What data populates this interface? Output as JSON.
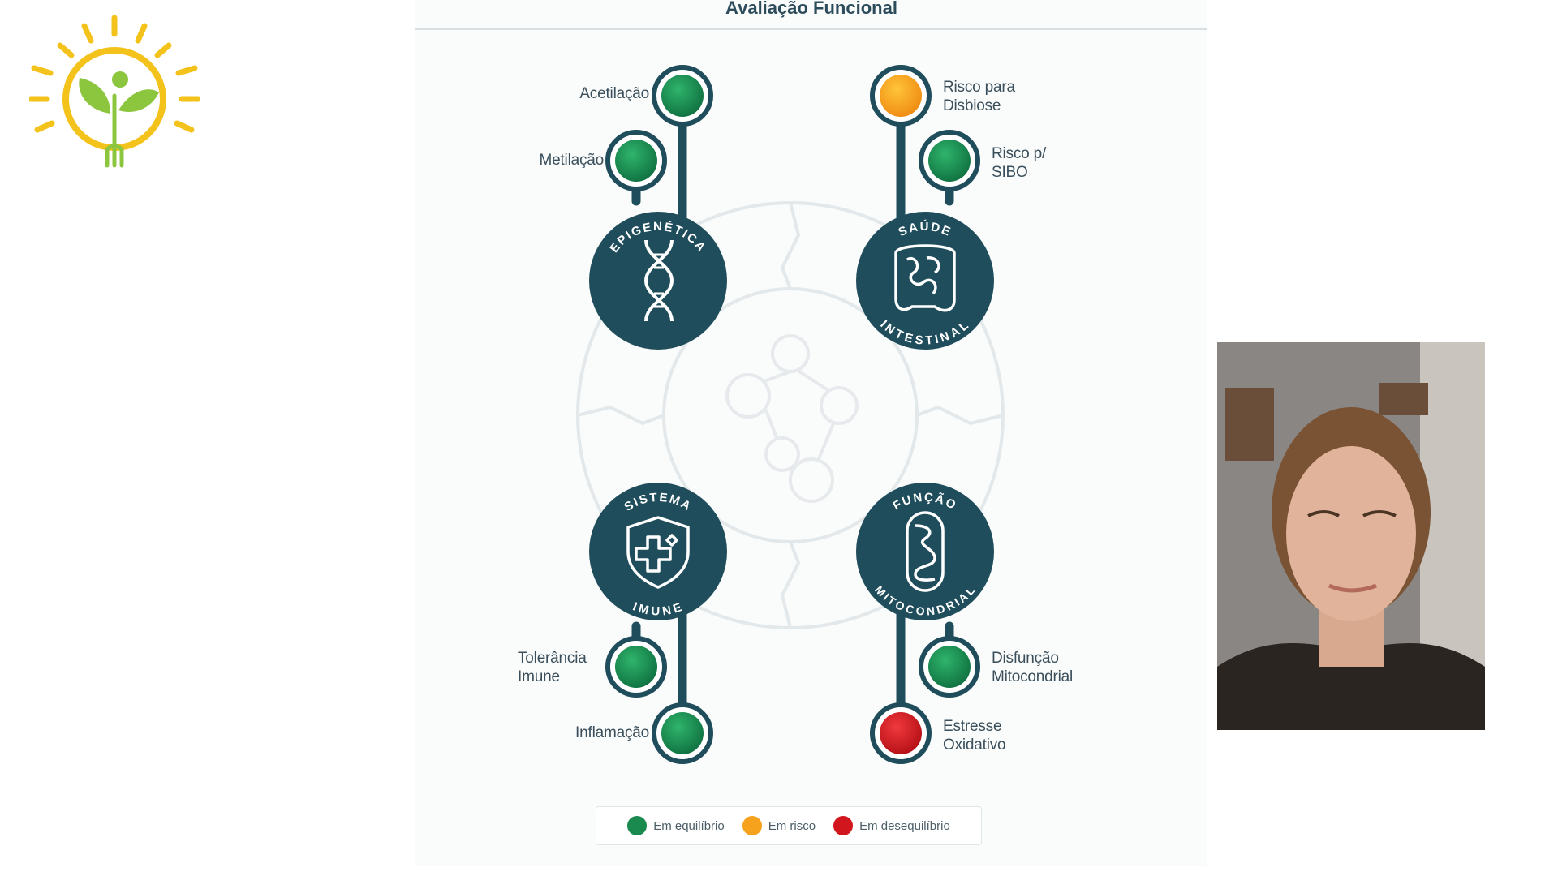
{
  "slide": {
    "title": "Avaliação Funcional",
    "hubs": {
      "epigenetica": "EPIGENÉTICA",
      "saude": "SAÚDE",
      "intestinal": "INTESTINAL",
      "sistema": "SISTEMA",
      "imune": "IMUNE",
      "funcao": "FUNÇÃO",
      "mitocondrial": "MITOCONDRIAL"
    },
    "markers": [
      {
        "id": "acetilacao",
        "lines": [
          "Acetilação"
        ],
        "status": "equilibrio"
      },
      {
        "id": "metilacao",
        "lines": [
          "Metilação"
        ],
        "status": "equilibrio"
      },
      {
        "id": "disbiose",
        "lines": [
          "Risco para",
          "Disbiose"
        ],
        "status": "risco"
      },
      {
        "id": "sibo",
        "lines": [
          "Risco p/",
          "SIBO"
        ],
        "status": "equilibrio"
      },
      {
        "id": "tolerancia",
        "lines": [
          "Tolerância",
          "Imune"
        ],
        "status": "equilibrio"
      },
      {
        "id": "inflamacao",
        "lines": [
          "Inflamação"
        ],
        "status": "equilibrio"
      },
      {
        "id": "disfuncao",
        "lines": [
          "Disfunção",
          "Mitocondrial"
        ],
        "status": "equilibrio"
      },
      {
        "id": "estresse",
        "lines": [
          "Estresse",
          "Oxidativo"
        ],
        "status": "desequilibrio"
      }
    ],
    "legend": [
      {
        "label": "Em equilíbrio",
        "color": "#1a8a4e"
      },
      {
        "label": "Em risco",
        "color": "#f6a21d"
      },
      {
        "label": "Em desequilíbrio",
        "color": "#d2161e"
      }
    ]
  },
  "colors": {
    "hub": "#1f4d5b",
    "equilibrio": "#1a8a4e",
    "risco": "#f6a21d",
    "desequilibrio": "#d2161e",
    "logo_yellow": "#f3c21b",
    "logo_green": "#8cc63f"
  },
  "icons": {
    "logo": "sun-leaf-fork-logo",
    "epigenetica": "dna-icon",
    "saude": "intestine-icon",
    "sistema": "shield-cross-icon",
    "funcao": "mitochondria-icon"
  }
}
